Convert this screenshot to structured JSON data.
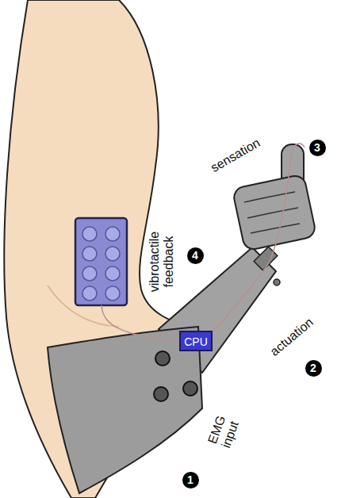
{
  "diagram": {
    "nodes": [
      {
        "text": [
          "CPU"
        ]
      }
    ],
    "labels": [
      "sensation",
      "3",
      "vibrotactile feedback",
      "4",
      "actuation",
      "2",
      "EMG input",
      "1"
    ]
  }
}
